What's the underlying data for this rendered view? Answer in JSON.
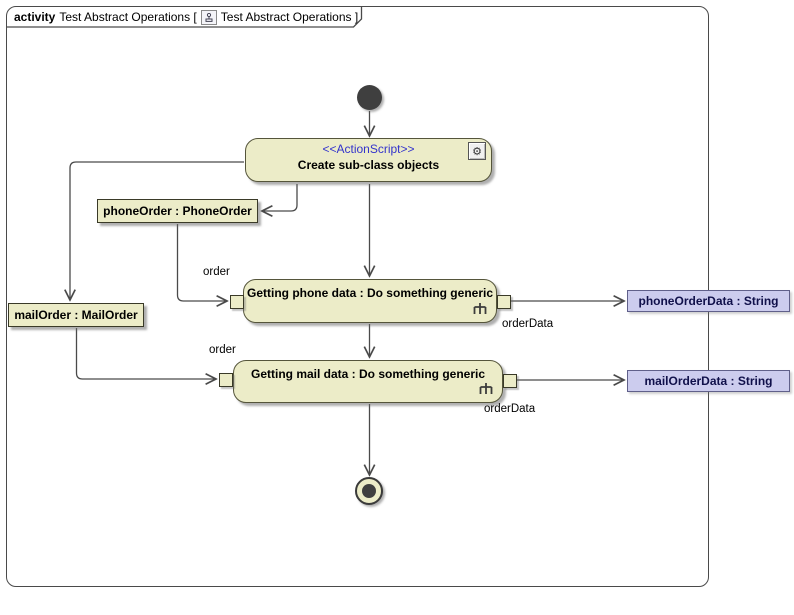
{
  "frame": {
    "keyword": "activity",
    "name_part": "Test Abstract Operations [",
    "ref_part": "Test Abstract Operations ]"
  },
  "actions": {
    "create": {
      "stereotype": "<<ActionScript>>",
      "name": "Create sub-class objects"
    },
    "phone": {
      "name": "Getting phone data : Do something generic"
    },
    "mail": {
      "name": "Getting mail data : Do something generic"
    }
  },
  "objects": {
    "phone_order": "phoneOrder : PhoneOrder",
    "mail_order": "mailOrder : MailOrder",
    "phone_order_data": "phoneOrderData : String",
    "mail_order_data": "mailOrderData : String"
  },
  "edge_labels": {
    "phone_in": "order",
    "phone_out": "orderData",
    "mail_in": "order",
    "mail_out": "orderData"
  },
  "icons": {
    "create_badge_glyph": "⚙"
  },
  "colors": {
    "node_fill": "#ECECC8",
    "node_border": "#55553B",
    "object_fill": "#CCCCEE",
    "object_border": "#60608A",
    "object_text": "#10104A",
    "stereotype": "#3333CC",
    "edge": "#4A4A4A"
  }
}
